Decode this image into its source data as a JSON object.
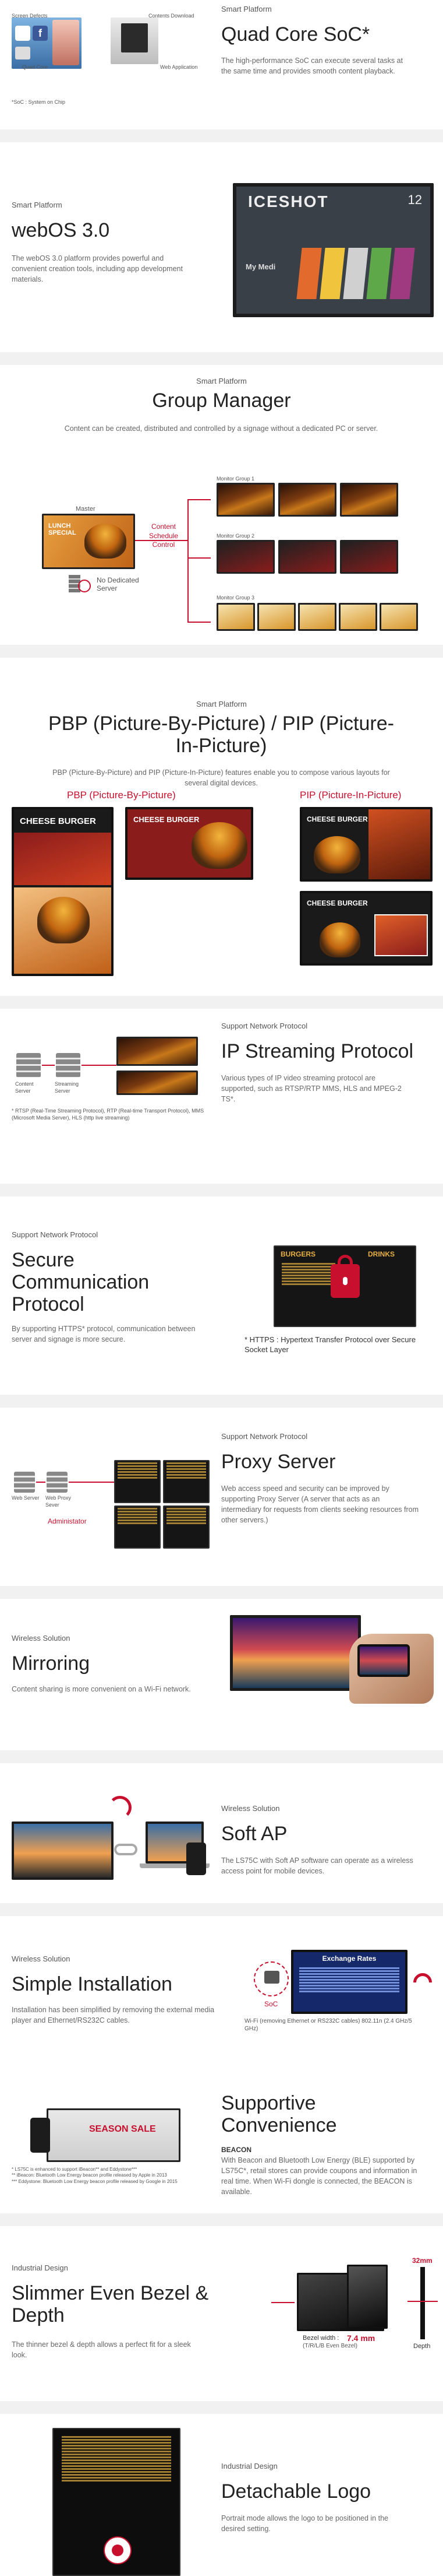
{
  "sec1": {
    "category": "Smart Platform",
    "title": "Quad Core SoC*",
    "body": "The high-performance SoC can execute several tasks at the same time and provides smooth content playback.",
    "labels": [
      "Screen Defects",
      "Contents Download",
      "Quad Core",
      "Web Application"
    ],
    "footnote": "*SoC : System on Chip"
  },
  "sec2": {
    "category": "Smart Platform",
    "title": "webOS 3.0",
    "body": "The webOS 3.0 platform provides powerful and convenient creation tools, including app development materials.",
    "screen_title": "ICESHOT",
    "screen_time": "12",
    "screen_menu": "My Medi"
  },
  "sec3": {
    "category": "Smart Platform",
    "title": "Group Manager",
    "body": "Content can be created, distributed and controlled by a signage without a dedicated PC or server.",
    "master": "Master",
    "control": "Content Schedule Control",
    "no_server": "No Dedicated Server",
    "groups": [
      "Monitor Group 1",
      "Monitor Group 2",
      "Monitor Group 3"
    ],
    "lunch": "LUNCH SPECIAL"
  },
  "sec4": {
    "category": "Smart Platform",
    "title": "PBP (Picture-By-Picture) / PIP (Picture-In-Picture)",
    "body": "PBP (Picture-By-Picture) and PIP (Picture-In-Picture) features enable you to compose various layouts for several digital devices.",
    "pbp_label": "PBP (Picture-By-Picture)",
    "pip_label": "PIP (Picture-In-Picture)",
    "screen_text": "CHEESE BURGER"
  },
  "sec5": {
    "category": "Support Network Protocol",
    "title": "IP Streaming Protocol",
    "body": "Various types of IP video streaming protocol are supported, such as RTSP/RTP MMS, HLS and MPEG-2 TS*.",
    "content_server": "Content Server",
    "streaming_server": "Streaming Server",
    "footnote": "* RTSP (Real-Time Streaming Protocol), RTP (Real-time Transport Protocol), MMS (Microsoft Media Server), HLS (http live streaming)"
  },
  "sec6": {
    "category": "Support Network Protocol",
    "title": "Secure Communication Protocol",
    "body": "By supporting HTTPS* protocol, communication between server and signage is more secure.",
    "footnote": "* HTTPS : Hypertext Transfer Protocol over Secure Socket Layer",
    "menu_left": "BURGERS",
    "menu_right": "DRINKS"
  },
  "sec7": {
    "category": "Support Network Protocol",
    "title": "Proxy Server",
    "body": "Web access speed and security can be improved by supporting Proxy Server (A server that acts as an intermediary for requests from clients seeking resources from other servers.)",
    "web_server": "Web Server",
    "proxy_server": "Web Proxy Sever",
    "admin": "Administator"
  },
  "sec8": {
    "category": "Wireless Solution",
    "title": "Mirroring",
    "body": "Content sharing is more convenient on a Wi-Fi network."
  },
  "sec9": {
    "category": "Wireless Solution",
    "title": "Soft AP",
    "body": "The LS75C with Soft AP software can operate as a wireless access point for mobile devices."
  },
  "sec10": {
    "category": "Wireless Solution",
    "title": "Simple Installation",
    "body": "Installation has been simplified by removing the external media player and Ethernet/RS232C cables.",
    "board_title": "Exchange Rates",
    "soc": "SoC",
    "wifi_note": "Wi-Fi (removing Ethernet or RS232C cables) 802.11n (2.4 GHz/5 GHz)"
  },
  "sec11": {
    "title": "Supportive Convenience",
    "subtitle": "BEACON",
    "body": "With Beacon and Bluetooth Low Energy (BLE) supported by LS75C*, retail stores can provide coupons and information in real time. When Wi-Fi dongle is connected, the BEACON is available.",
    "sale": "SEASON SALE",
    "footnote": "* LS75C is enhanced to support iBeacon** and Eddystone***\n** iBeacon: Bluetooth Low Energy beacon profile released by Apple in 2013\n*** Eddystone: Bluetooth Low Energy beacon profile released by Google in 2015"
  },
  "sec12": {
    "category": "Industrial Design",
    "title": "Slimmer Even Bezel & Depth",
    "body": "The thinner bezel & depth allows a perfect fit for a sleek look.",
    "depth_val": "32mm",
    "depth_label": "Depth",
    "bezel_label": "Bezel width :",
    "bezel_val": "7.4 mm",
    "bezel_note": "(T/R/L/B Even Bezel)"
  },
  "sec13": {
    "category": "Industrial Design",
    "title": "Detachable Logo",
    "body": "Portrait mode allows the logo to be positioned in the desired setting."
  },
  "colors": {
    "accent": "#c8102e",
    "separator": "#f1f1f1"
  }
}
